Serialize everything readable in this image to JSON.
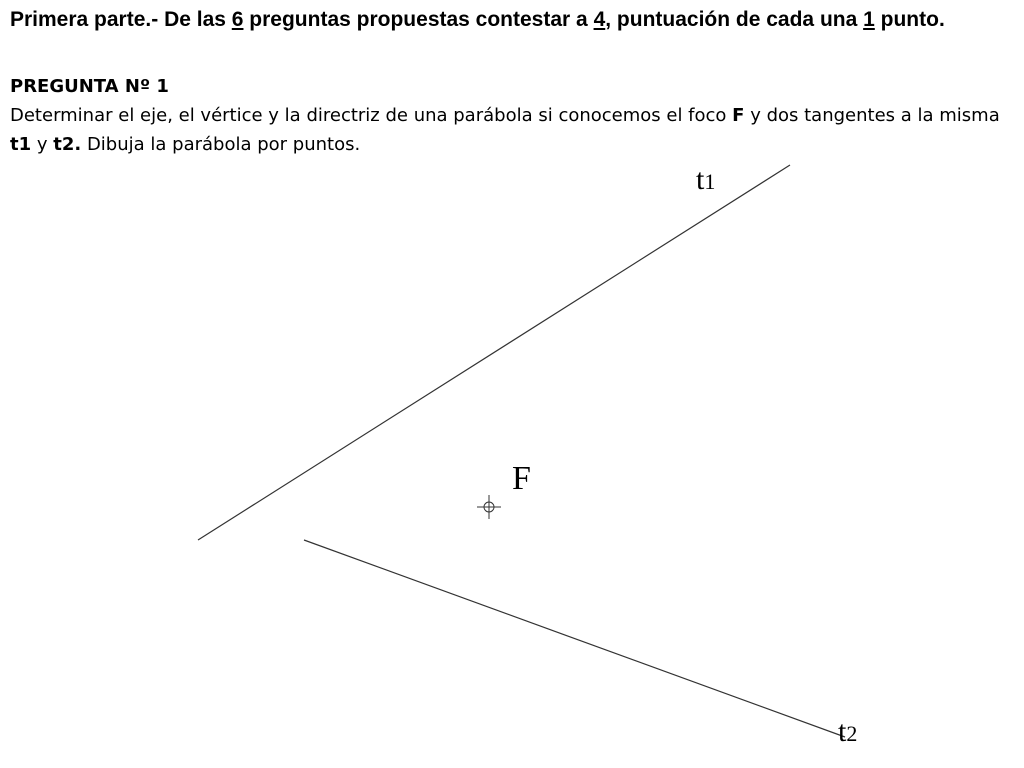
{
  "header": {
    "part1": "Primera parte.- De las ",
    "n_questions": "6",
    "part2": " preguntas propuestas contestar a ",
    "n_answer": "4",
    "part3": ", puntuación de cada una ",
    "n_points": "1",
    "part4": " punto."
  },
  "question": {
    "title": "PREGUNTA Nº 1",
    "text1": "Determinar el eje, el vértice y la directriz de una parábola si conocemos el foco ",
    "focus_ref": "F",
    "text2": " y dos tangentes a la misma ",
    "t1_ref": "t1",
    "text3": " y ",
    "t2_ref": "t2.",
    "text4": " Dibuja la parábola por puntos."
  },
  "drawing": {
    "t1_label": "t",
    "t1_sub": "1",
    "t2_label": "t",
    "t2_sub": "2",
    "focus_label": "F"
  }
}
